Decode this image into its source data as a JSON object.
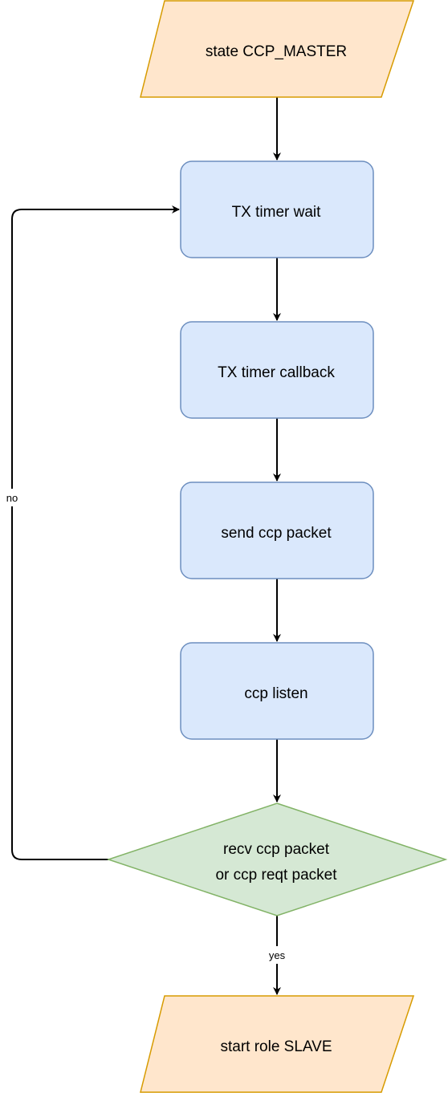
{
  "nodes": {
    "start": {
      "label": "state CCP_MASTER"
    },
    "tx_wait": {
      "label": "TX timer wait"
    },
    "tx_callback": {
      "label": "TX timer callback"
    },
    "send_packet": {
      "label": "send ccp packet"
    },
    "listen": {
      "label": "ccp listen"
    },
    "decision": {
      "lines": [
        "recv ccp packet",
        "or ccp reqt packet"
      ]
    },
    "end": {
      "label": "start role SLAVE"
    }
  },
  "edges": {
    "no_label": "no",
    "yes_label": "yes"
  },
  "colors": {
    "io_fill": "#ffe6cc",
    "io_stroke": "#d79b00",
    "process_fill": "#dae8fc",
    "process_stroke": "#6c8ebf",
    "decision_fill": "#d5e8d4",
    "decision_stroke": "#82b366",
    "edge": "#000000"
  }
}
